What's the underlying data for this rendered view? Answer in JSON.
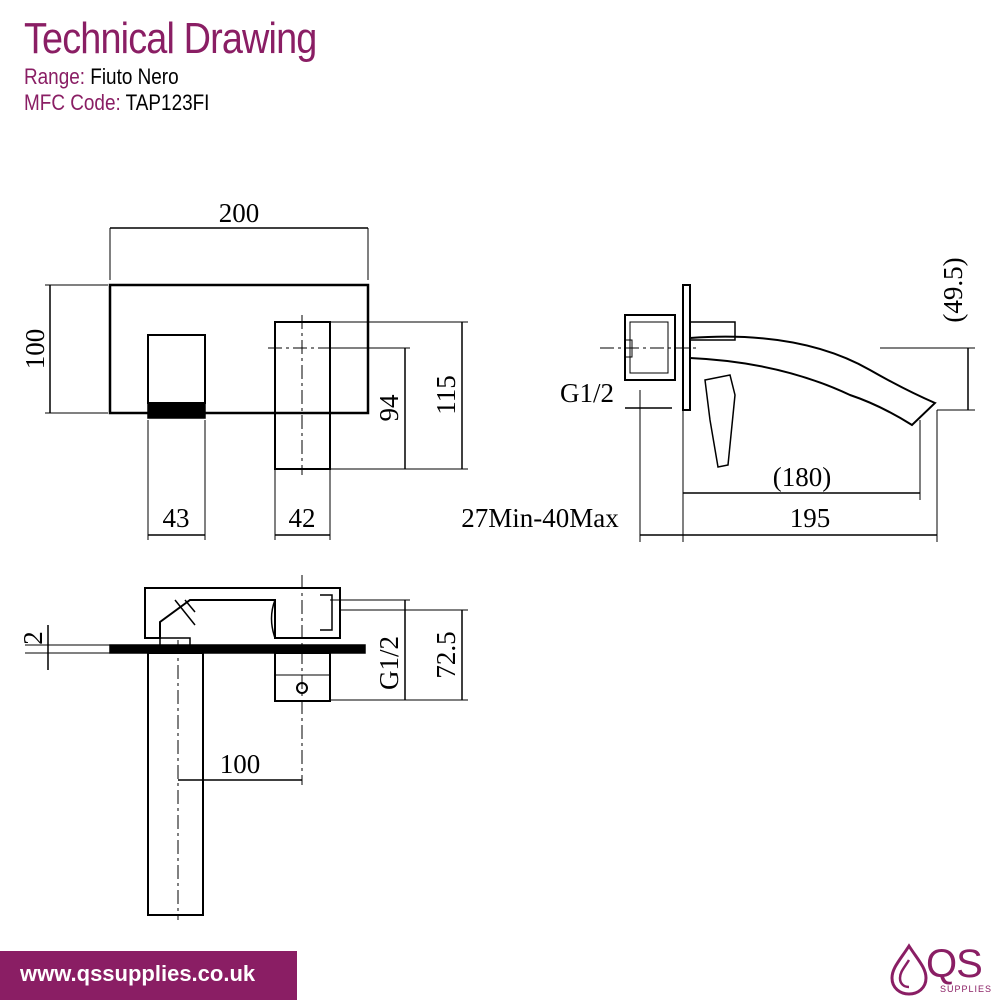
{
  "header": {
    "title": "Technical Drawing",
    "range_label": "Range:",
    "range_value": "Fiuto Nero",
    "code_label": "MFC Code:",
    "code_value": "TAP123FI"
  },
  "dimensions": {
    "front_width": "200",
    "front_height": "100",
    "handle_width": "43",
    "spout_width": "42",
    "spout_height": "94",
    "overall_height": "115",
    "side_thread": "G1/2",
    "side_reach": "(180)",
    "side_projection": "195",
    "side_depth": "27Min-40Max",
    "side_drop": "(49.5)",
    "top_plate": "2",
    "top_spout_length": "100",
    "top_thread": "G1/2",
    "top_depth": "72.5"
  },
  "footer": {
    "website": "www.qssupplies.co.uk",
    "logo_text": "QS",
    "logo_subtext": "SUPPLIES"
  },
  "colors": {
    "brand": "#8a1e64",
    "line": "#000000"
  }
}
